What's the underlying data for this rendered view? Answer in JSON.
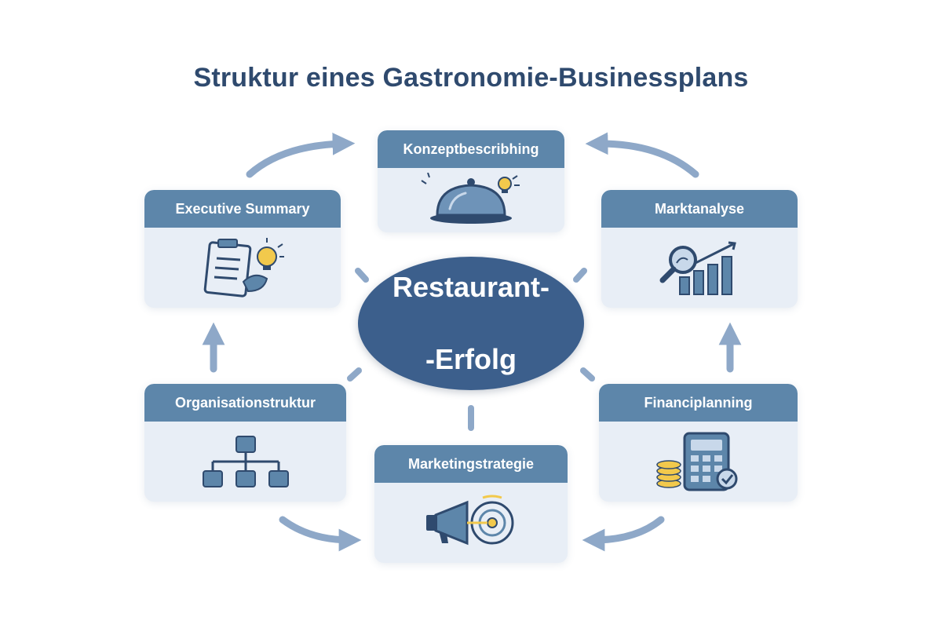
{
  "title": "Struktur eines Gastronomie-Businessplans",
  "center": {
    "line1": "Restaurant-",
    "line2": "-Erfolg"
  },
  "cards": {
    "konzept": {
      "label": "Konzeptbescribhing",
      "icon": "cloche-icon"
    },
    "executive": {
      "label": "Executive Summary",
      "icon": "clipboard-idea-icon"
    },
    "markt": {
      "label": "Marktanalyse",
      "icon": "magnifier-chart-icon"
    },
    "organisation": {
      "label": "Organisationstruktur",
      "icon": "org-chart-icon"
    },
    "finanz": {
      "label": "Financiplanning",
      "icon": "calculator-coins-icon"
    },
    "marketing": {
      "label": "Marketingstrategie",
      "icon": "megaphone-target-icon"
    }
  },
  "colors": {
    "header": "#5d86aa",
    "card_bg": "#e8eef6",
    "center": "#3c5f8c",
    "arrow": "#8ea8c8",
    "accent_yellow": "#f2c94c",
    "title": "#2f4a6e"
  }
}
